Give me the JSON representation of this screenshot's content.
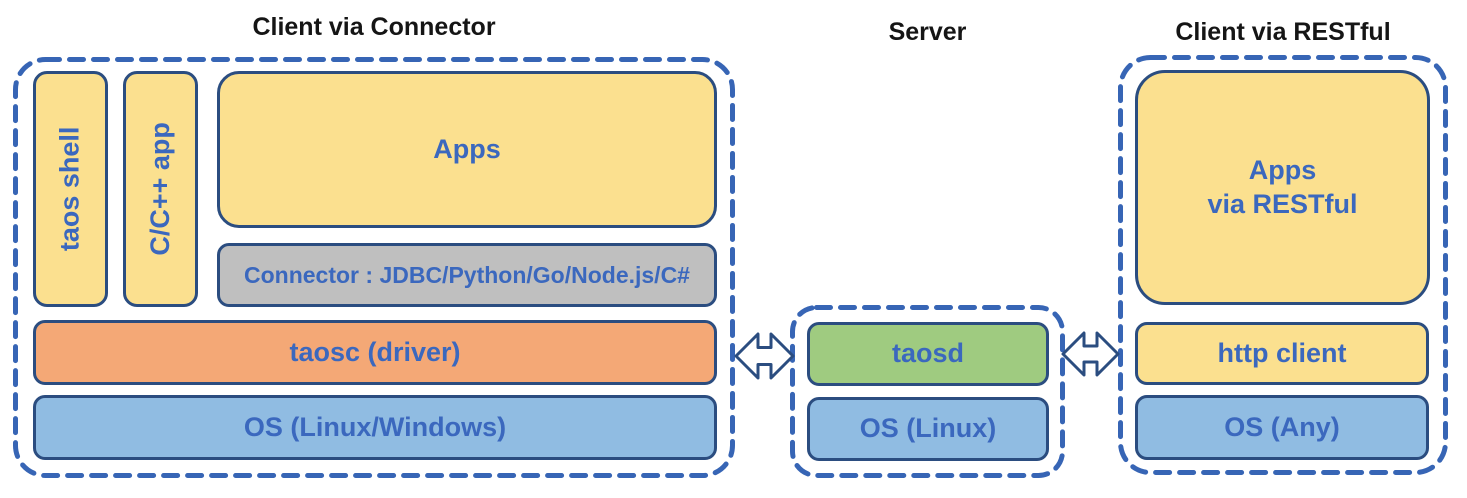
{
  "titles": {
    "left": "Client via Connector",
    "middle": "Server",
    "right": "Client via RESTful"
  },
  "boxes": {
    "taos_shell": "taos shell",
    "cpp_app": "C/C++ app",
    "apps": "Apps",
    "connector": "Connector : JDBC/Python/Go/Node.js/C#",
    "taosc": "taosc (driver)",
    "os_client": "OS (Linux/Windows)",
    "taosd": "taosd",
    "os_server": "OS (Linux)",
    "apps_restful": {
      "line1": "Apps",
      "line2": "via RESTful"
    },
    "http_client": "http client",
    "os_restful": "OS (Any)"
  },
  "icons": {
    "left_link": "double-headed-arrow",
    "right_link": "double-headed-arrow"
  },
  "colors": {
    "yellow": "#FBE08F",
    "orange": "#F4A876",
    "blue": "#90BCE2",
    "green": "#9FCB80",
    "gray": "#BFBFBF",
    "dashed_border": "#3765B5",
    "box_border": "#2B4D80",
    "label_text": "#3B68BE",
    "title_text": "#151515",
    "background": "#FFFFFF"
  }
}
